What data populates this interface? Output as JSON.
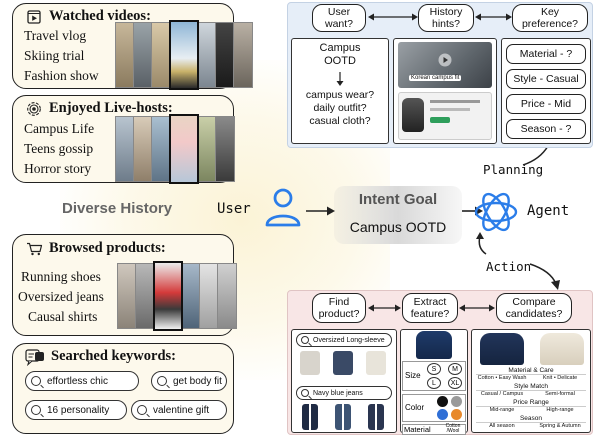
{
  "history_panels": [
    {
      "title": "Watched videos:",
      "icon": "play-icon",
      "items": [
        "Travel vlog",
        "Skiing trial",
        "Fashion show"
      ]
    },
    {
      "title": "Enjoyed Live-hosts:",
      "icon": "live-broadcast-icon",
      "items": [
        "Campus Life",
        "Teens gossip",
        "Horror story"
      ]
    },
    {
      "title": "Browsed products:",
      "icon": "shopping-cart-icon",
      "items": [
        "Running shoes",
        "Oversized jeans",
        "Causal shirts"
      ]
    },
    {
      "title": "Searched keywords:",
      "icon": "chat-search-icon",
      "keywords": [
        "effortless chic",
        "get body fit",
        "16 personality",
        "valentine gift"
      ]
    }
  ],
  "diverse_history_label": "Diverse History",
  "user_label": "User",
  "agent_label": "Agent",
  "intent": {
    "title": "Intent Goal",
    "value": "Campus OOTD"
  },
  "planning_label": "Planning",
  "action_label": "Action",
  "planning_panel": {
    "questions": [
      "User want?",
      "History hints?",
      "Key preference?"
    ],
    "want_text": {
      "title": "Campus OOTD",
      "questions": [
        "campus wear?",
        "daily outfit?",
        "casual cloth?"
      ]
    },
    "hint_caption": "Korean campus fit",
    "preferences": [
      "Material - ?",
      "Style - Casual",
      "Price - Mid",
      "Season - ?"
    ]
  },
  "action_panel": {
    "steps": [
      "Find product?",
      "Extract feature?",
      "Compare candidates?"
    ],
    "searches": [
      "Oversized Long-sleeve",
      "Navy blue jeans"
    ],
    "feature_labels": {
      "size": "Size",
      "color": "Color",
      "material": "Material",
      "material_value": "Cotton /Wool"
    },
    "sizes": [
      "S",
      "M",
      "L",
      "XL"
    ],
    "swatch_colors": [
      "#111111",
      "#9a9a9a",
      "#2f6fd6",
      "#e8892b"
    ],
    "compare": {
      "material_title": "Material & Care",
      "material_left": "Cotton • Easy Wash",
      "material_right": "Knit • Delicate",
      "style_title": "Style Match",
      "style_left": "Casual / Campus",
      "style_right": "Semi-formal",
      "price_title": "Price Range",
      "price_left": "Mid-range",
      "price_right": "High-range",
      "season_title": "Season",
      "season_left": "All season",
      "season_right": "Spring & Autumn"
    }
  },
  "colors": {
    "agent_blue": "#2b7de9",
    "planning_bg": "#e6eef8",
    "action_bg": "#f8e6e6",
    "history_bg": "#fdf9ec"
  }
}
